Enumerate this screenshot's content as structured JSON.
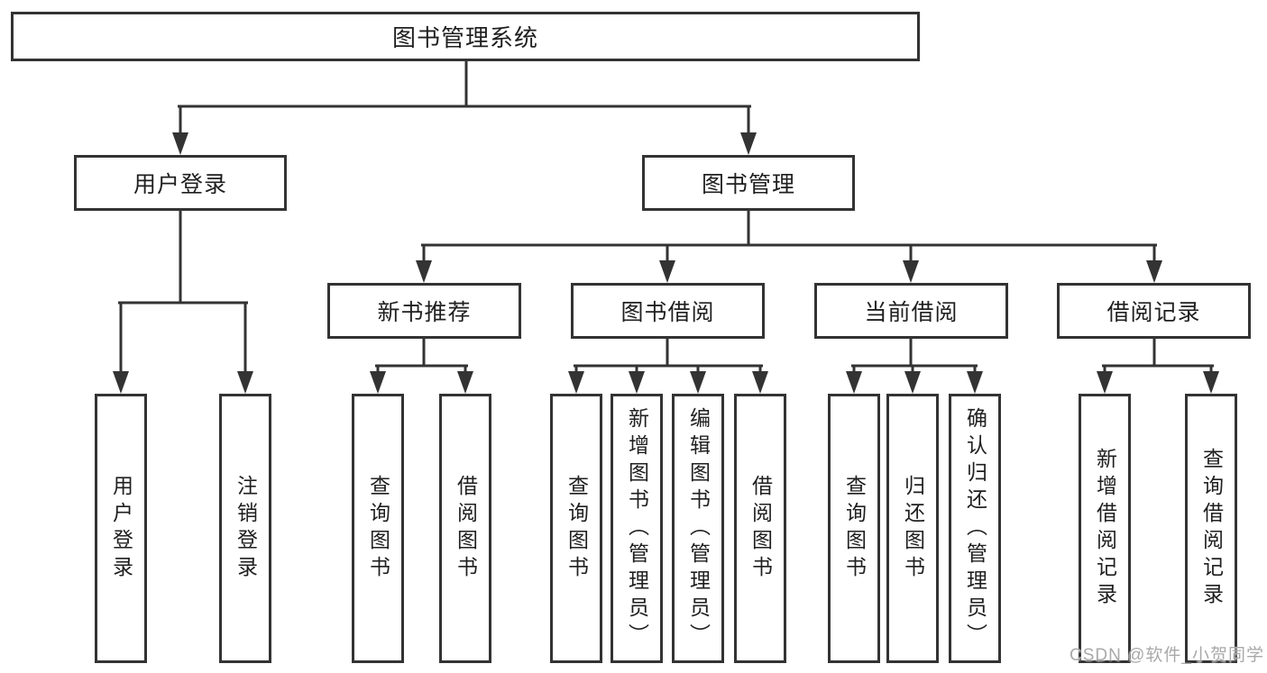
{
  "diagram": {
    "root": {
      "label": "图书管理系统"
    },
    "user_login": {
      "label": "用户登录",
      "children": [
        {
          "label": "用户登录"
        },
        {
          "label": "注销登录"
        }
      ]
    },
    "book_management": {
      "label": "图书管理",
      "sections": [
        {
          "label": "新书推荐",
          "children": [
            {
              "label": "查询图书"
            },
            {
              "label": "借阅图书"
            }
          ]
        },
        {
          "label": "图书借阅",
          "children": [
            {
              "label": "查询图书"
            },
            {
              "label": "新增图书（管理员）"
            },
            {
              "label": "编辑图书（管理员）"
            },
            {
              "label": "借阅图书"
            }
          ]
        },
        {
          "label": "当前借阅",
          "children": [
            {
              "label": "查询图书"
            },
            {
              "label": "归还图书"
            },
            {
              "label": "确认归还（管理员）"
            }
          ]
        },
        {
          "label": "借阅记录",
          "children": [
            {
              "label": "新增借阅记录"
            },
            {
              "label": "查询借阅记录"
            }
          ]
        }
      ]
    }
  },
  "watermark": {
    "text": "CSDN @软件_小贺同学"
  },
  "colors": {
    "line": "#333333",
    "box_border": "#333333",
    "box_background": "#ffffff",
    "text": "#1f1f1f",
    "page_background": "#ffffff",
    "watermark": "#a9a9a9"
  }
}
